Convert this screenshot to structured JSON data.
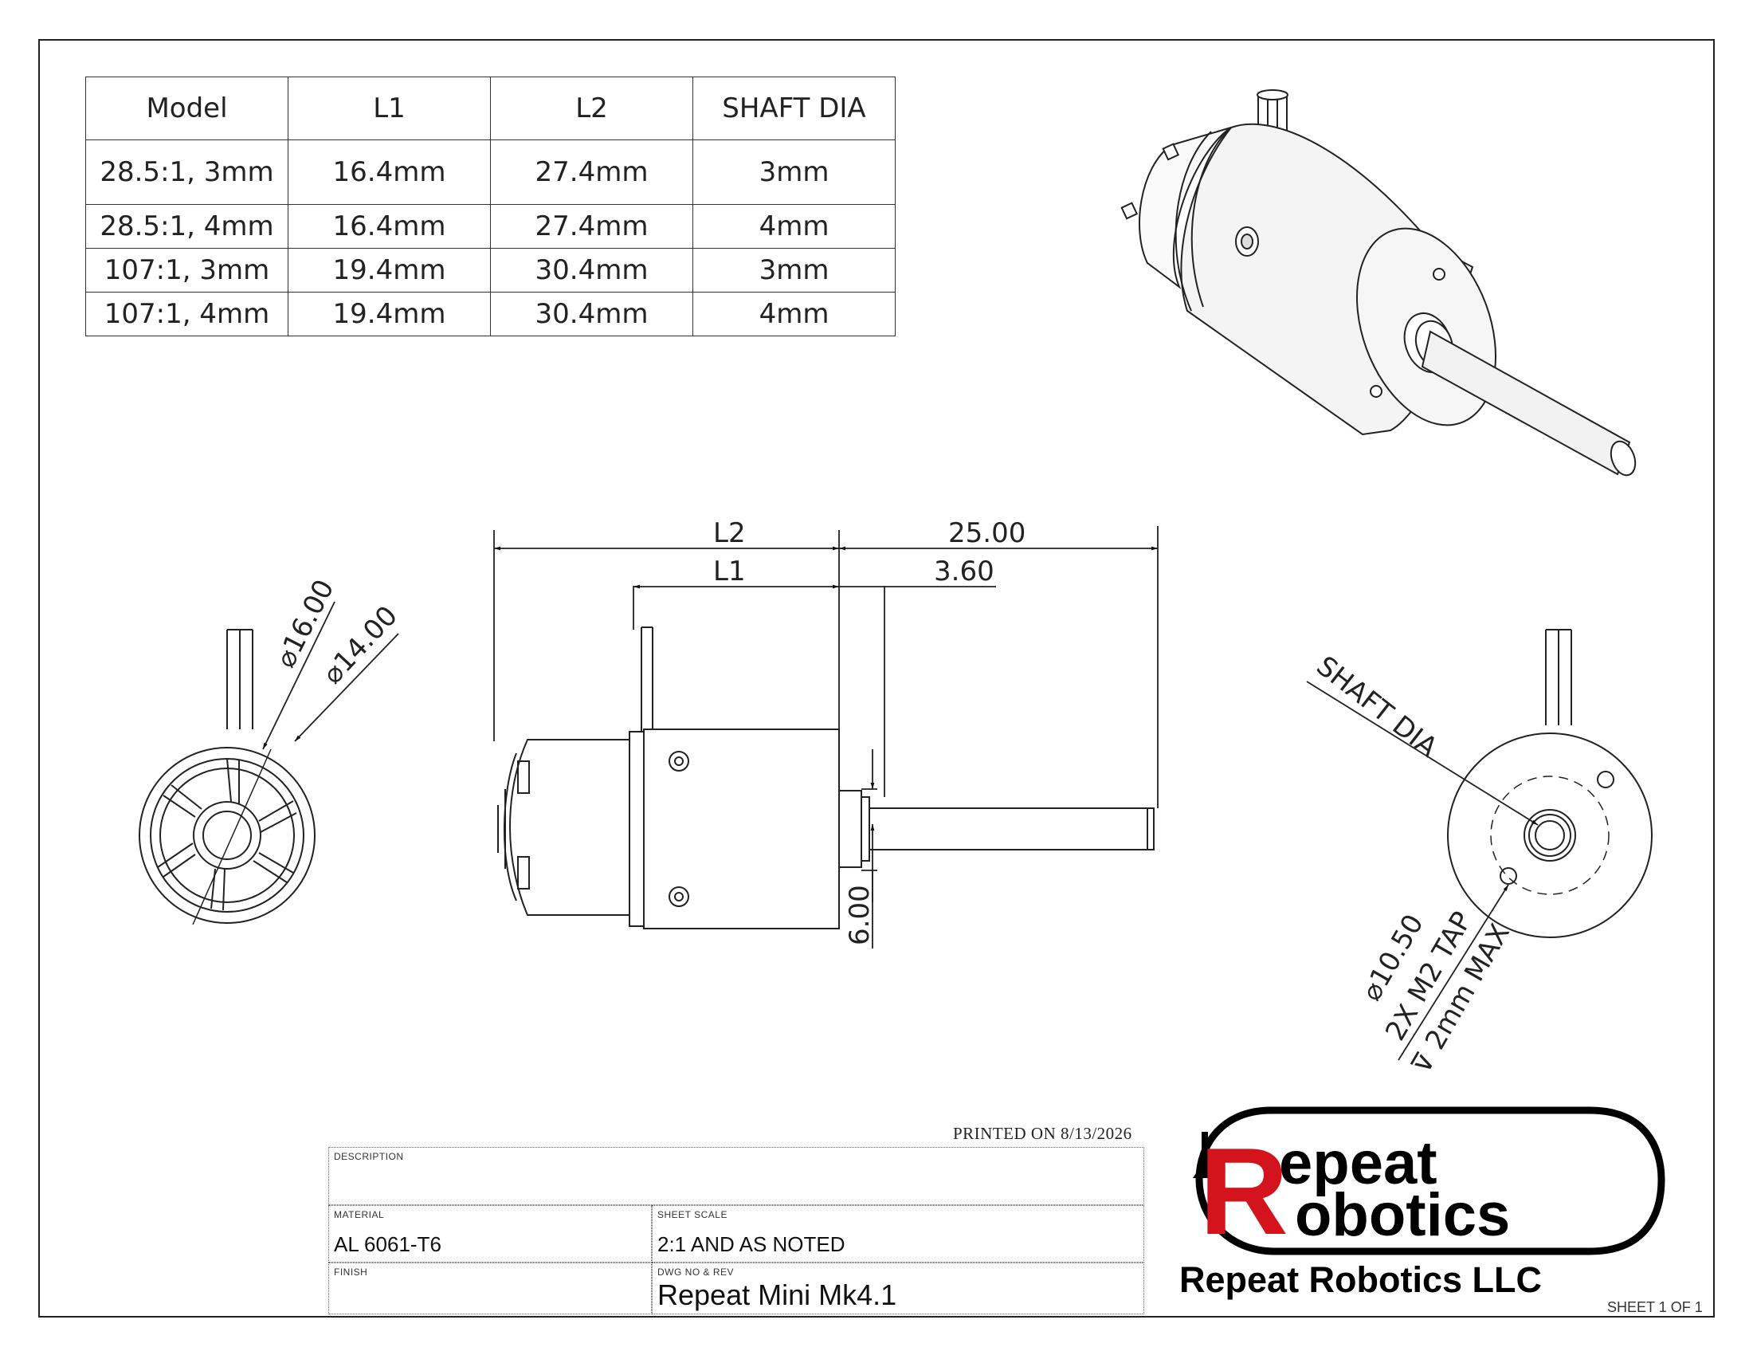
{
  "table": {
    "headers": [
      "Model",
      "L1",
      "L2",
      "SHAFT DIA"
    ],
    "rows": [
      [
        "28.5:1, 3mm",
        "16.4mm",
        "27.4mm",
        "3mm"
      ],
      [
        "28.5:1, 4mm",
        "16.4mm",
        "27.4mm",
        "4mm"
      ],
      [
        "107:1, 3mm",
        "19.4mm",
        "30.4mm",
        "3mm"
      ],
      [
        "107:1, 4mm",
        "19.4mm",
        "30.4mm",
        "4mm"
      ]
    ]
  },
  "dimensions": {
    "l2": "L2",
    "l1": "L1",
    "shaft_length": "25.00",
    "shaft_offset": "3.60",
    "shaft_collar": "6.00",
    "dia_outer": "⌀16.00",
    "dia_inner": "⌀14.00",
    "shaft_dia": "SHAFT DIA",
    "bolt_circle": "⌀10.50",
    "tap": "2X M2 TAP",
    "tap_depth": "⊽ 2mm MAX"
  },
  "title_block": {
    "printed_on": "PRINTED ON 8/13/2026",
    "description_label": "DESCRIPTION",
    "description_value": "",
    "material_label": "MATERIAL",
    "material_value": "AL 6061-T6",
    "sheet_scale_label": "SHEET SCALE",
    "sheet_scale_value": "2:1 AND AS NOTED",
    "finish_label": "FINISH",
    "finish_value": "",
    "dwg_label": "DWG  NO & REV",
    "dwg_value": "Repeat Mini Mk4.1",
    "sheet": "SHEET 1  OF 1"
  },
  "logo": {
    "line1": "epeat",
    "line2": "obotics",
    "company": "Repeat Robotics LLC",
    "accent_color": "#d3141c"
  }
}
